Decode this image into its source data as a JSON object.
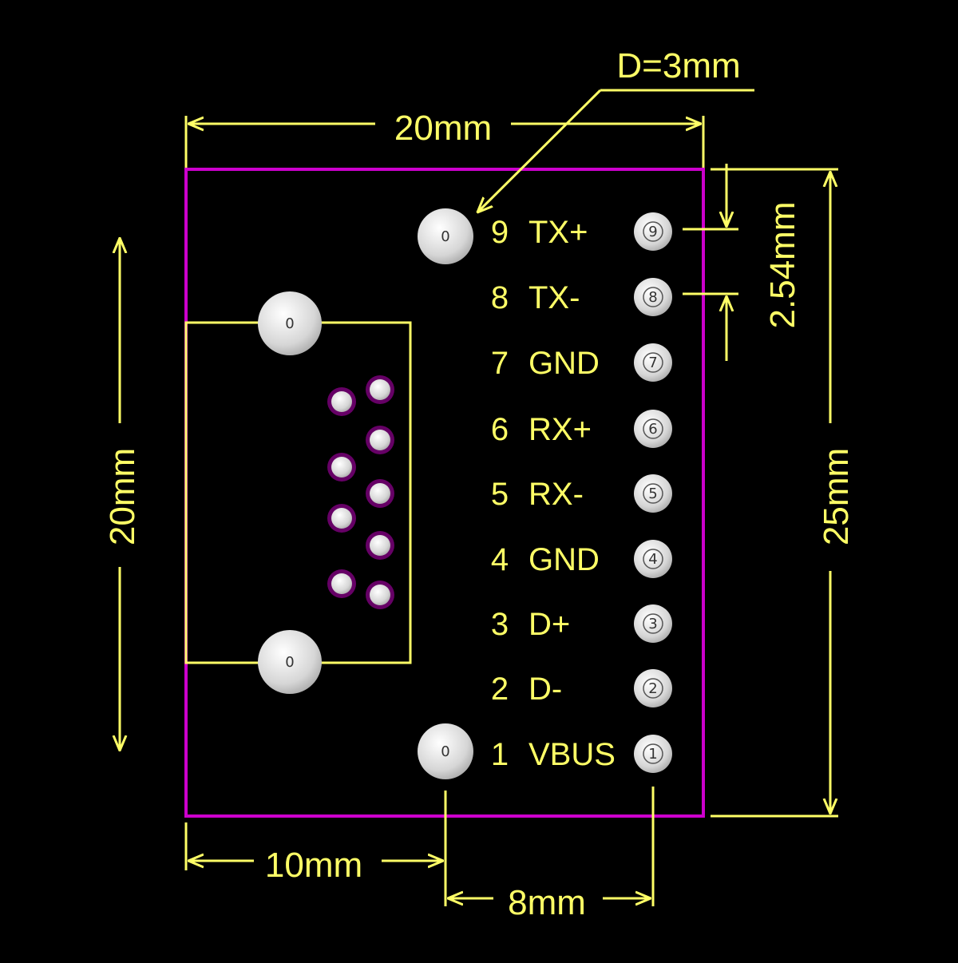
{
  "dimensions": {
    "top_width": "20mm",
    "left_height": "20mm",
    "right_height": "25mm",
    "hole_diameter": "D=3mm",
    "pitch": "2.54mm",
    "bottom_offset": "10mm",
    "bottom_pin_span": "8mm"
  },
  "mount_hole_label": "0",
  "pins": [
    {
      "num": "9",
      "name": "TX+",
      "pad": "9"
    },
    {
      "num": "8",
      "name": "TX-",
      "pad": "8"
    },
    {
      "num": "7",
      "name": "GND",
      "pad": "7"
    },
    {
      "num": "6",
      "name": "RX+",
      "pad": "6"
    },
    {
      "num": "5",
      "name": "RX-",
      "pad": "5"
    },
    {
      "num": "4",
      "name": "GND",
      "pad": "4"
    },
    {
      "num": "3",
      "name": "D+",
      "pad": "3"
    },
    {
      "num": "2",
      "name": "D-",
      "pad": "2"
    },
    {
      "num": "1",
      "name": "VBUS",
      "pad": "1"
    }
  ],
  "colors": {
    "background": "#000000",
    "board_outline": "#cc00cc",
    "silkscreen": "#ffff66",
    "pad": "#d8d8d8"
  }
}
